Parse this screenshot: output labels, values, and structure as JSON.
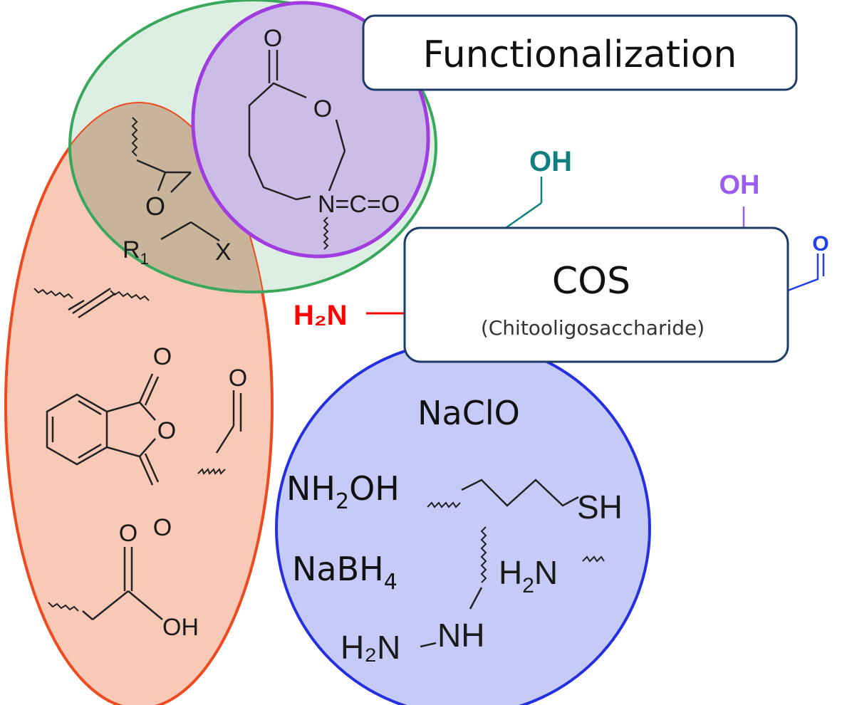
{
  "title": "Functionalization",
  "cos": {
    "name": "COS",
    "full_name": "(Chitooligosaccharide)"
  },
  "cos_groups": {
    "hydroxyl_1": "OH",
    "hydroxyl_2": "OH",
    "amine": "H₂N",
    "carbonyl": "O"
  },
  "green_group": {
    "epoxide_oxygen": "O",
    "alkyl_halide_r1": "R",
    "alkyl_halide_r1_sub": "1",
    "alkyl_halide_x": "X"
  },
  "purple_group": {
    "lactone_carbonyl_o": "O",
    "lactone_ring_o": "O",
    "isocyanate": "N=C=O"
  },
  "red_group": {
    "anhydride_o_top": "O",
    "anhydride_o_ring": "O",
    "anhydride_o_bottom": "O",
    "aldehyde_o": "O",
    "acid_o": "O",
    "acid_oh": "OH"
  },
  "blue_group": {
    "hypochlorite": "NaClO",
    "hydroxylamine_main": "NH",
    "hydroxylamine_sub": "2",
    "hydroxylamine_end": "OH",
    "thiol": "SH",
    "borohydride_main": "NaBH",
    "borohydride_sub": "4",
    "amine_main": "H",
    "amine_sub": "2",
    "amine_end": "N",
    "hydrazine_left": "H₂N",
    "hydrazine_right": "NH"
  },
  "colors": {
    "green_fill": "#dcefe2",
    "green_stroke": "#3aa85c",
    "purple_fill": "#cbbde6",
    "purple_stroke": "#a03ce0",
    "red_fill": "#f9c9b8",
    "red_stroke": "#ee4a1f",
    "overlap_fill": "#c7b49a",
    "blue_fill": "#c5cbf6",
    "blue_stroke": "#2430e0",
    "box_stroke": "#1d3b66",
    "teal": "#0f7f7f",
    "violet": "#9a5cf0",
    "amine_red": "#ff0000",
    "carbonyl_blue": "#2040e8"
  }
}
